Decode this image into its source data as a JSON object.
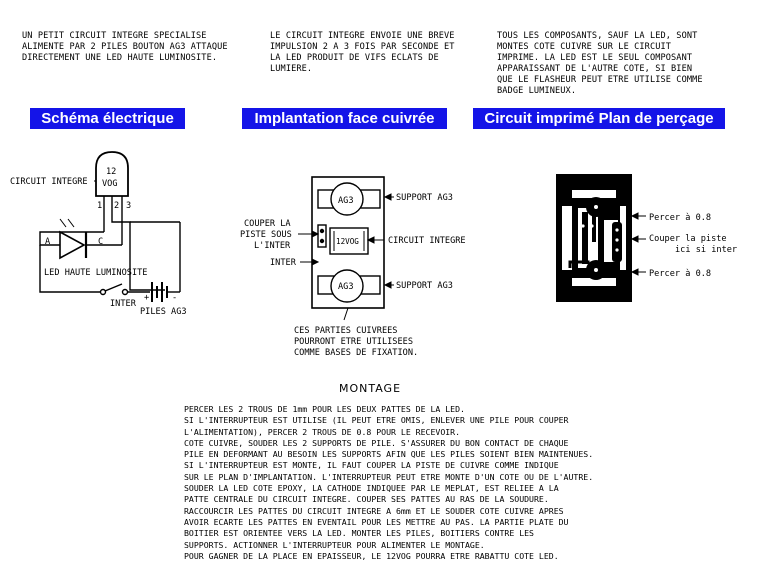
{
  "intro": {
    "col1": "UN PETIT CIRCUIT INTEGRE SPECIALISE\nALIMENTE PAR 2 PILES BOUTON AG3 ATTAQUE\nDIRECTEMENT UNE LED HAUTE LUMINOSITE.",
    "col2": "LE CIRCUIT INTEGRE ENVOIE UNE BREVE\nIMPULSION 2 A 3 FOIS PAR SECONDE ET\nLA LED PRODUIT DE VIFS ECLATS DE\nLUMIERE.",
    "col3": "TOUS LES COMPOSANTS, SAUF LA LED, SONT\nMONTES COTE CUIVRE SUR LE CIRCUIT\nIMPRIME. LA LED EST LE SEUL COMPOSANT\nAPPARAISSANT DE L'AUTRE COTE, SI BIEN\nQUE LE FLASHEUR PEUT ETRE UTILISE COMME\nBADGE LUMINEUX."
  },
  "headers": {
    "schema": "Schéma électrique",
    "implantation": "Implantation face cuivrée",
    "circuit": "Circuit imprimé  Plan de perçage"
  },
  "colors": {
    "header_bg": "#1414e8",
    "header_text": "#ffffff",
    "ink": "#000000"
  },
  "schematic": {
    "ic_label": "CIRCUIT INTEGRE",
    "ic_line1": "12",
    "ic_line2": "VOG",
    "pin1": "1",
    "pin2": "2",
    "pin3": "3",
    "anode": "A",
    "cathode": "C",
    "led_label": "LED HAUTE LUMINOSITE",
    "switch_label": "INTER",
    "plus": "+",
    "minus": "-",
    "battery_label": "PILES AG3"
  },
  "implant": {
    "ag3_top": "AG3",
    "ag3_bottom": "AG3",
    "ic": "12VOG",
    "support_top": "SUPPORT AG3",
    "support_bottom": "SUPPORT AG3",
    "circuit_integre": "CIRCUIT INTEGRE",
    "couper_1": "COUPER LA",
    "couper_2": "PISTE SOUS",
    "couper_3": "L'INTER",
    "inter": "INTER",
    "parties_1": "CES PARTIES CUIVREES",
    "parties_2": "POURRONT ETRE UTILISEES",
    "parties_3": "COMME BASES DE FIXATION."
  },
  "pcb": {
    "percer_top": "Percer à 0.8",
    "couper_1": "Couper la piste",
    "couper_2": "ici si inter",
    "percer_bottom": "Percer à 0.8"
  },
  "montage": {
    "title": "MONTAGE",
    "lines": [
      "PERCER LES 2 TROUS DE 1mm POUR LES DEUX PATTES DE LA LED.",
      "SI L'INTERRUPTEUR EST UTILISE (IL PEUT ETRE OMIS, ENLEVER UNE PILE POUR COUPER",
      "L'ALIMENTATION), PERCER 2 TROUS DE 0.8 POUR LE RECEVOIR.",
      "COTE CUIVRE, SOUDER LES 2 SUPPORTS DE PILE. S'ASSURER DU BON CONTACT DE CHAQUE",
      "PILE EN DEFORMANT AU BESOIN LES SUPPORTS AFIN QUE LES PILES SOIENT BIEN MAINTENUES.",
      "SI L'INTERRUPTEUR EST MONTE, IL FAUT COUPER LA PISTE DE CUIVRE COMME INDIQUE",
      "SUR LE PLAN D'IMPLANTATION. L'INTERRUPTEUR PEUT ETRE MONTE D'UN COTE OU DE L'AUTRE.",
      "SOUDER LA LED COTE EPOXY, LA CATHODE INDIQUEE PAR LE MEPLAT, EST RELIEE A LA",
      "PATTE CENTRALE DU CIRCUIT INTEGRE. COUPER SES PATTES AU RAS DE LA SOUDURE.",
      "RACCOURCIR LES PATTES DU CIRCUIT INTEGRE A 6mm ET LE SOUDER COTE CUIVRE APRES",
      "AVOIR ECARTE LES PATTES EN EVENTAIL POUR LES METTRE AU PAS. LA PARTIE PLATE DU",
      "BOITIER EST ORIENTEE VERS LA LED. MONTER LES PILES, BOITIERS CONTRE LES",
      "SUPPORTS. ACTIONNER L'INTERRUPTEUR POUR ALIMENTER LE MONTAGE.",
      "POUR GAGNER DE LA PLACE EN EPAISSEUR, LE 12VOG POURRA ETRE RABATTU COTE LED."
    ]
  }
}
